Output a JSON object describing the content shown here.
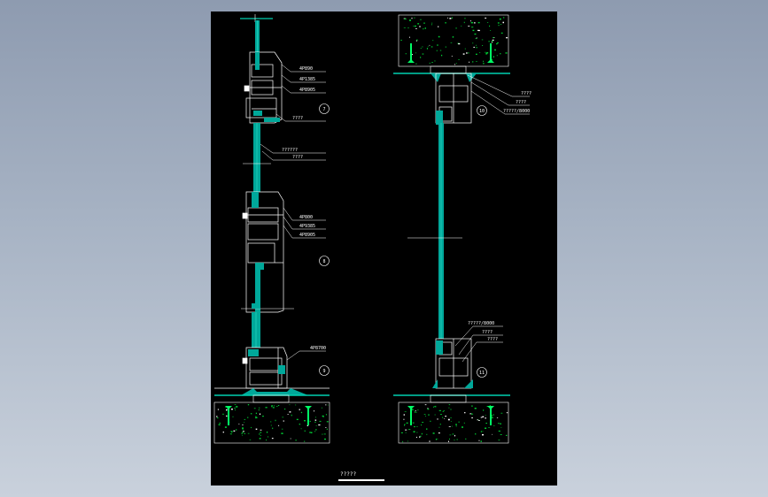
{
  "colors": {
    "background": "#000000",
    "profile": "#ffffff",
    "glass": "#00a89a",
    "glass_highlight": "#2fe0c8",
    "leader": "#ffffff",
    "concrete_dots": "#00cc33",
    "anchor": "#00ff66"
  },
  "left_section": {
    "labels_top": [
      "4P890",
      "4P1385",
      "4P8905"
    ],
    "callout_7": "7",
    "label_a": "????",
    "label_b": "??????",
    "label_c": "????",
    "labels_mid": [
      "4P800",
      "4P9385",
      "4P8905"
    ],
    "callout_8": "8",
    "label_bottom": "4P8700",
    "callout_9": "9"
  },
  "right_section": {
    "labels_top": [
      "????",
      "????",
      "?????/8000"
    ],
    "callout_10": "10",
    "labels_bottom": [
      "?????/8000",
      "????",
      "????"
    ],
    "callout_11": "11"
  },
  "drawing_title": "?????"
}
